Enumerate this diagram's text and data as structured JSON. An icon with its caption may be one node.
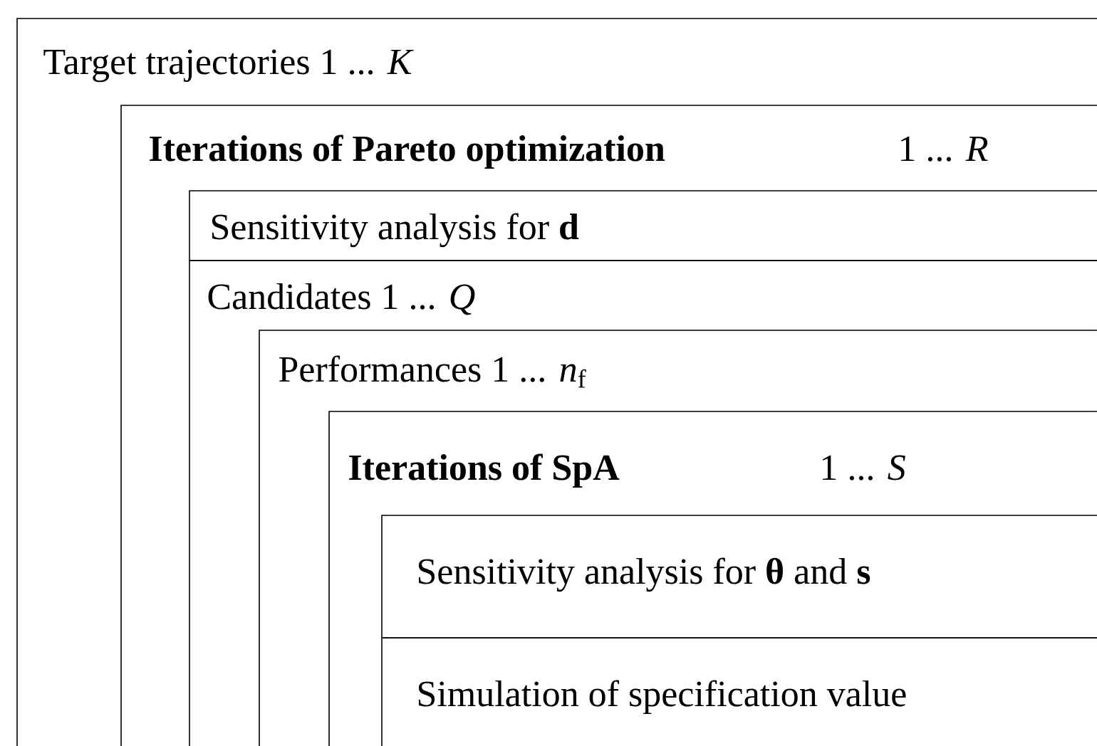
{
  "diagram": {
    "nodes": [
      {
        "text": [
          "Target trajectories 1 ... *K*"
        ]
      },
      {
        "text": [
          "Iterations of Pareto optimization"
        ],
        "beside": [
          "1 ... *R*"
        ],
        "in": 0
      },
      {
        "text": [
          "Sensitivity analysis for **d**"
        ],
        "in": 1
      },
      {
        "text": [
          "Candidates 1 ... *Q*"
        ],
        "in": 1
      },
      {
        "text": [
          "Performances 1 ... *n*$_{f}$"
        ],
        "in": 3
      },
      {
        "text": [
          "Iterations of SpA"
        ],
        "beside": [
          "1 ... *S*"
        ],
        "in": 4
      },
      {
        "text": [
          "Sensitivity analysis for **θ** and **s**"
        ],
        "in": 5
      },
      {
        "text": [
          "Simulation of specification value"
        ],
        "in": 5
      }
    ]
  }
}
